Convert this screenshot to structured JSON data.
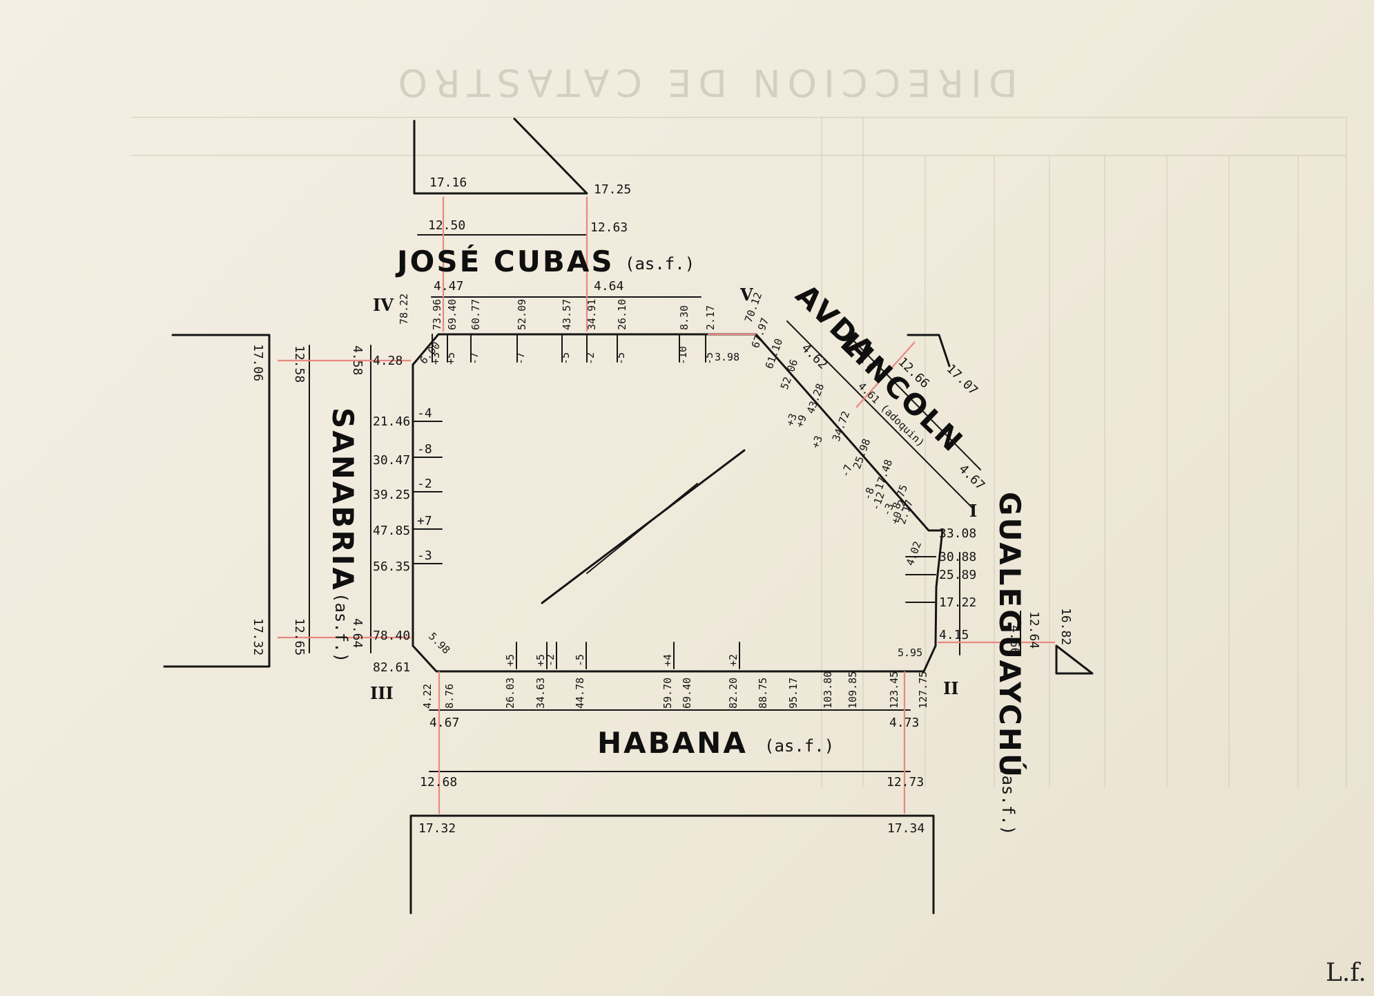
{
  "letterhead": {
    "title": "DIRECCION DE CATASTRO"
  },
  "streets": {
    "jose_cubas": {
      "name": "JOSÉ CUBAS",
      "surface": "(as.f.)"
    },
    "avda_lincoln": {
      "name_1": "AVDA.",
      "name_2": "LINCOLN",
      "surface": "4.61 (adoquin)"
    },
    "sanabria": {
      "name": "SANABRIA",
      "surface": "(as.f.)"
    },
    "habana": {
      "name": "HABANA",
      "surface": "(as.f.)"
    },
    "gualeguaychu": {
      "name": "GUALEGUAYCHÚ",
      "surface": "(as.f.)"
    }
  },
  "corners": {
    "c1": "I",
    "c2": "II",
    "c3": "III",
    "c4": "IV",
    "c5": "V"
  },
  "top_section": {
    "left_top": "17.16",
    "right_top": "17.25",
    "left_mid": "12.50",
    "right_mid": "12.63",
    "left_low": "4.47",
    "right_low": "4.64"
  },
  "left_section": {
    "top_outer": "17.06",
    "top_mid": "12.58",
    "top_inner": "4.58",
    "bottom_outer": "17.32",
    "bottom_mid": "12.65",
    "bottom_inner": "4.64"
  },
  "bottom_section": {
    "left_inner": "4.67",
    "right_inner": "4.73",
    "left_mid": "12.68",
    "right_mid": "12.73",
    "left_bottom": "17.32",
    "right_bottom": "17.34"
  },
  "right_section": {
    "inner": "4.66",
    "mid": "12.64",
    "outer": "16.82"
  },
  "lincoln_section": {
    "inner": "4.62",
    "mid": "12.66",
    "outer": "17.07",
    "far": "4.67"
  },
  "top_edge": {
    "stations": [
      "73.96",
      "69.40",
      "60.77",
      "52.09",
      "43.57",
      "34.91",
      "26.10",
      "8.30",
      "2.17"
    ],
    "offsets": [
      "+3",
      "+5",
      "-7",
      "-7",
      "-5",
      "-2",
      "-5",
      "-10",
      "-5"
    ],
    "corner_iv": "78.22",
    "corner_v": "70.12",
    "chamfer_iv": "6.00",
    "chamfer_v": "3.98"
  },
  "left_edge": {
    "stations": [
      "4.28",
      "21.46",
      "30.47",
      "39.25",
      "47.85",
      "56.35",
      "78.40",
      "82.61"
    ],
    "offsets": [
      "-4",
      "-8",
      "-2",
      "+7",
      "-3"
    ],
    "chamfer": "5.98"
  },
  "bottom_edge": {
    "stations": [
      "4.22",
      "8.76",
      "26.03",
      "34.63",
      "44.78",
      "59.70",
      "69.40",
      "82.20",
      "88.75",
      "95.17",
      "103.80",
      "109.85",
      "123.45",
      "127.75"
    ],
    "offsets": [
      "+5",
      "+5",
      "-2",
      "-5",
      "+4",
      "+2"
    ],
    "chamfer": "5.95"
  },
  "right_edge": {
    "stations": [
      "33.08",
      "30.88",
      "25.89",
      "17.22",
      "4.15"
    ],
    "chamfer": "4.02"
  },
  "diagonal_edge": {
    "stations": [
      "67.97",
      "61.10",
      "52.06",
      "43.28",
      "34.72",
      "25.98",
      "17.48",
      "8.75",
      "2.17"
    ],
    "offsets": [
      "+3",
      "+9",
      "+3",
      "-7",
      "-8",
      "-12",
      "-3",
      "+0.2"
    ]
  },
  "signature": "L.f."
}
